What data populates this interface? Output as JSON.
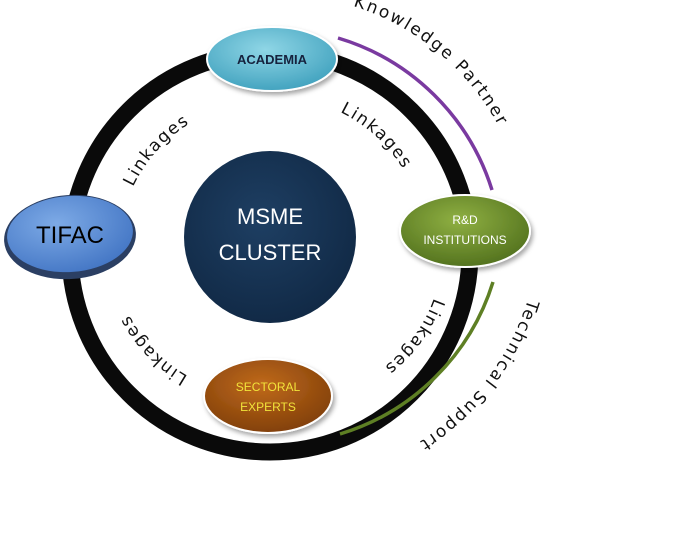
{
  "center": {
    "line1": "MSME",
    "line2": "CLUSTER"
  },
  "nodes": {
    "academia": {
      "label": "ACADEMIA"
    },
    "rd": {
      "line1": "R&D",
      "line2": "INSTITUTIONS"
    },
    "sectoral": {
      "line1": "SECTORAL",
      "line2": "EXPERTS"
    },
    "tifac": {
      "label": "TIFAC"
    }
  },
  "arc_labels": {
    "linkages_upper_left": "Linkages",
    "linkages_upper_right": "Linkages",
    "linkages_lower_left": "Linkages",
    "linkages_lower_right": "Linkages",
    "knowledge_partner": "Knowledge Partner",
    "technical_support": "Technical Support"
  },
  "colors": {
    "ring": "#0a0a0a",
    "center_fill": "#16314f",
    "academia_fill": "#5cb8cf",
    "rd_fill": "#6b8c2c",
    "sectoral_fill": "#a0520f",
    "sectoral_text": "#f2e33a",
    "tifac_fill": "#5b8ed6",
    "knowledge_arc": "#7a3aa0",
    "technical_arc": "#5e7f24"
  }
}
